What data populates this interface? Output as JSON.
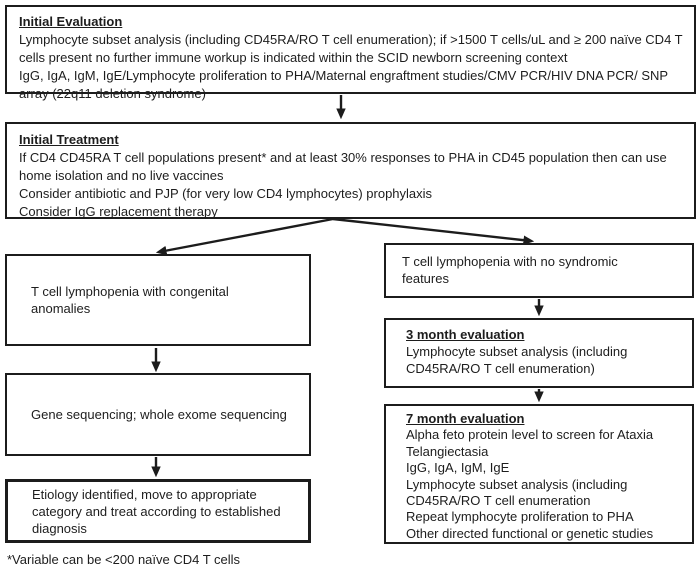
{
  "colors": {
    "background": "#ffffff",
    "line": "#1c1c1c",
    "text": "#1d1d1d"
  },
  "flow": {
    "initial_evaluation": {
      "heading": "Initial Evaluation",
      "body": "Lymphocyte subset analysis (including CD45RA/RO T cell enumeration); if >1500 T cells/uL and ≥ 200 naïve CD4 T cells present no further immune workup is indicated within the SCID newborn screening context\nIgG, IgA, IgM, IgE/Lymphocyte proliferation to PHA/Maternal engraftment studies/CMV PCR/HIV DNA PCR/ SNP array (22q11 deletion syndrome)"
    },
    "initial_treatment": {
      "heading": "Initial Treatment",
      "body": "If CD4 CD45RA T cell populations present* and at least 30% responses to PHA in CD45 population then can use home isolation and no live vaccines\nConsider antibiotic and PJP (for very low CD4 lymphocytes) prophylaxis\nConsider IgG replacement therapy"
    },
    "congenital_anomalies": {
      "body": "T cell lymphopenia with congenital\nanomalies"
    },
    "gene_sequencing": {
      "body": "Gene sequencing; whole exome sequencing"
    },
    "etiology": {
      "body": "Etiology identified, move to appropriate\ncategory and treat according to established\ndiagnosis"
    },
    "no_syndromic": {
      "body": "T cell lymphopenia with no syndromic\nfeatures"
    },
    "three_month": {
      "heading": "3 month evaluation",
      "body": "Lymphocyte subset analysis (including\nCD45RA/RO T cell enumeration)"
    },
    "seven_month": {
      "heading": "7 month evaluation",
      "body": "Alpha feto protein level to screen for Ataxia\nTelangiectasia\nIgG, IgA, IgM, IgE\nLymphocyte subset analysis (including\nCD45RA/RO T cell enumeration\nRepeat lymphocyte proliferation to PHA\nOther directed functional or genetic studies"
    },
    "footnote": "*Variable can be <200 naïve CD4 T cells"
  }
}
